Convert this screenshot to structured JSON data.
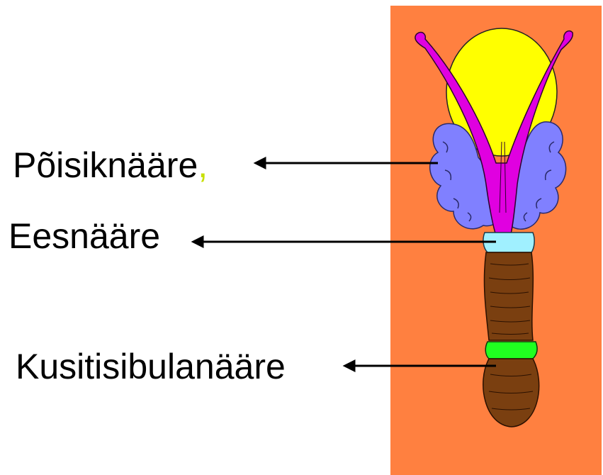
{
  "labels": {
    "seminal_vesicle": "Põisiknääre",
    "seminal_vesicle_comma": ",",
    "prostate": "Eesnääre",
    "bulbourethral": "Kusitisibulanääre"
  },
  "colors": {
    "background_panel": "#ff8040",
    "bladder": "#ffff00",
    "ducts": "#e000e0",
    "seminal_vesicles": "#8080ff",
    "prostate": "#a0f0ff",
    "penis_shaft": "#7a3f10",
    "bulbourethral_glands": "#20ff20",
    "arrows": "#000000",
    "comma": "#c8e000"
  }
}
